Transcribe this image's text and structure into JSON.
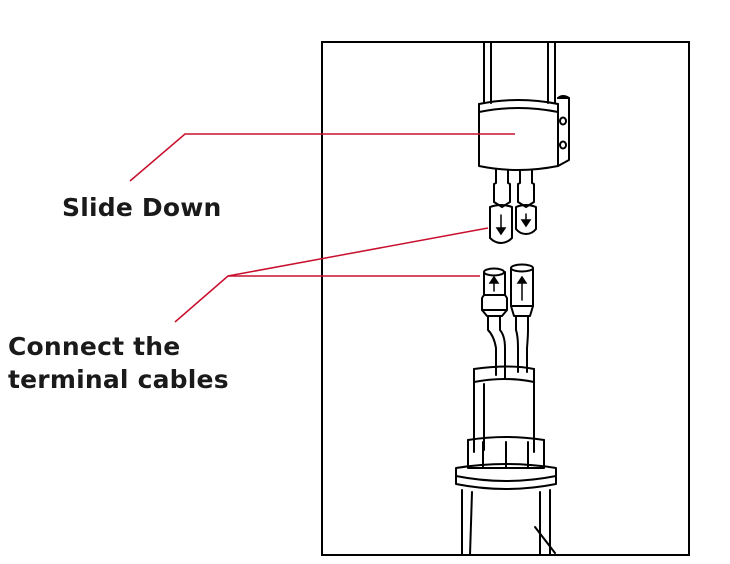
{
  "labels": {
    "slide_down": "Slide Down",
    "connect_line1": "Connect the",
    "connect_line2": "terminal cables"
  },
  "colors": {
    "leader_line": "#c8102e",
    "drawing_stroke": "#000000",
    "background": "#ffffff"
  }
}
